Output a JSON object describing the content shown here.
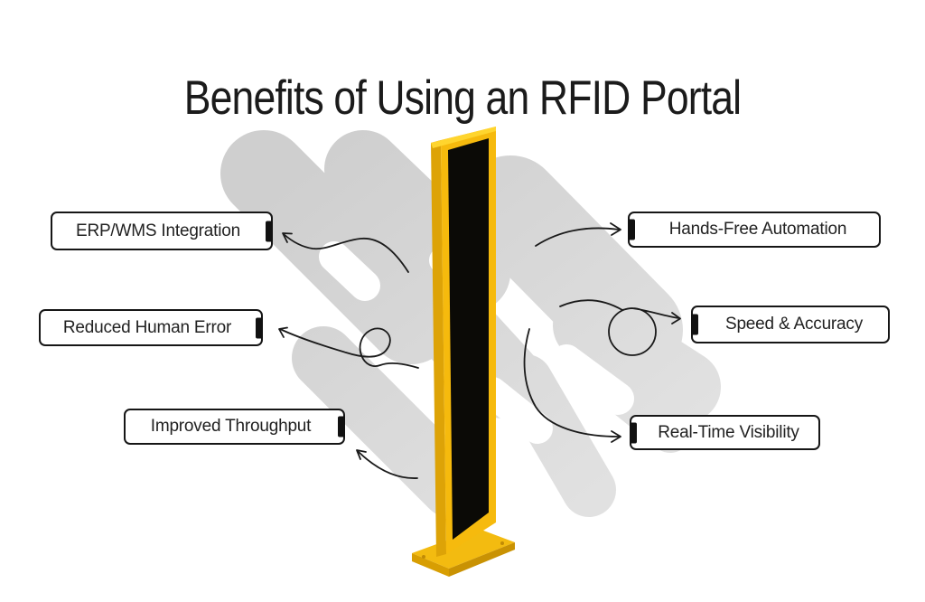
{
  "title": "Benefits of Using an RFID Portal",
  "benefits": {
    "left": [
      {
        "label": "ERP/WMS Integration"
      },
      {
        "label": "Reduced Human Error"
      },
      {
        "label": "Improved Throughput"
      }
    ],
    "right": [
      {
        "label": "Hands-Free Automation"
      },
      {
        "label": "Speed & Accuracy"
      },
      {
        "label": "Real-Time Visibility"
      }
    ]
  },
  "illustration": {
    "subject": "rfid-portal",
    "frame_color": "#F6BA0D",
    "frame_shade_color": "#DDA307",
    "frame_highlight_color": "#FFD52E",
    "panel_color": "#0B0A06",
    "base_color": "#F3BB10",
    "base_shade_color": "#D89E02",
    "shadow_color": "#D6D6D6",
    "connector_color": "#1A1A1A",
    "tag_marker_color": "#111111"
  }
}
